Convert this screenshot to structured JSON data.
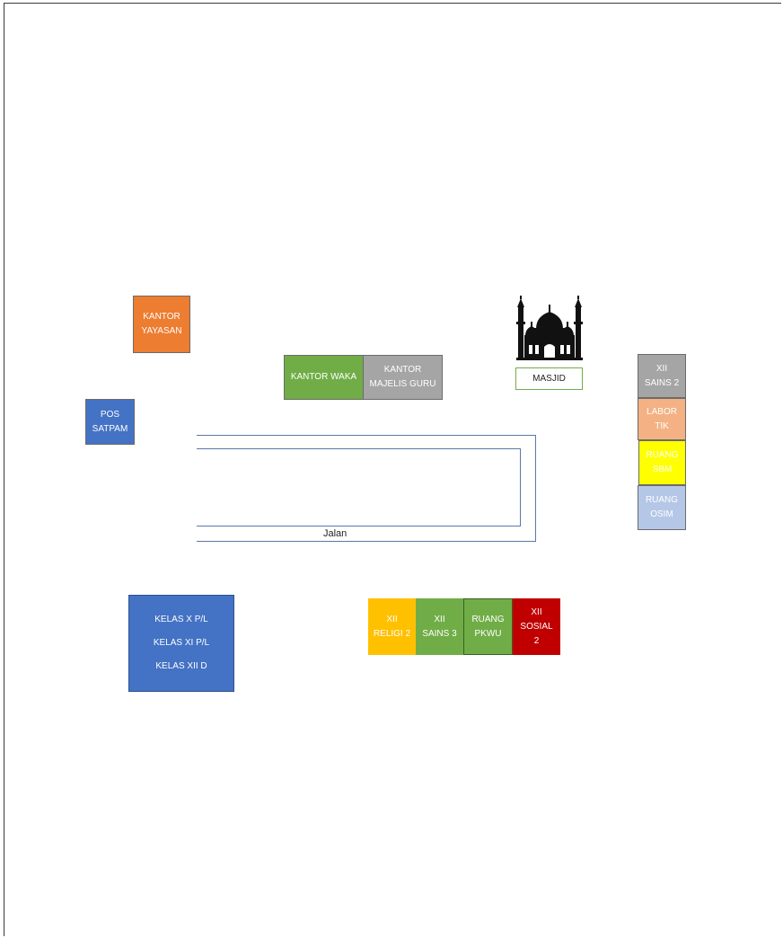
{
  "colors": {
    "orange": "#ed7d31",
    "blue": "#4472c4",
    "green": "#70ad47",
    "gray": "#a5a5a5",
    "peach": "#f4b183",
    "yellow": "#ffff00",
    "light_blue": "#b4c7e7",
    "amber": "#ffc000",
    "red": "#c00000",
    "road": "#5a78a8"
  },
  "rooms": {
    "kantor_yayasan": "KANTOR\nYAYASAN",
    "pos_satpam": "POS\nSATPAM",
    "kantor_waka": "KANTOR WAKA",
    "kantor_majelis_guru": "KANTOR\nMAJELIS GURU",
    "xii_sains_2": "XII\nSAINS 2",
    "labor_tik": "LABOR\nTIK",
    "ruang_sbm": "RUANG\nSBM",
    "ruang_osim": "RUANG\nOSIM",
    "xii_religi_2": "XII\nRELIGI 2",
    "xii_sains_3": "XII\nSAINS 3",
    "ruang_pkwu": "RUANG\nPKWU",
    "xii_sosial_2": "XII\nSOSIAL\n2"
  },
  "kelas_block": [
    "KELAS X P/L",
    "KELAS XI P/L",
    "KELAS XII D"
  ],
  "masjid": {
    "label": "MASJID",
    "icon": "mosque-icon"
  },
  "road": {
    "label": "Jalan"
  }
}
